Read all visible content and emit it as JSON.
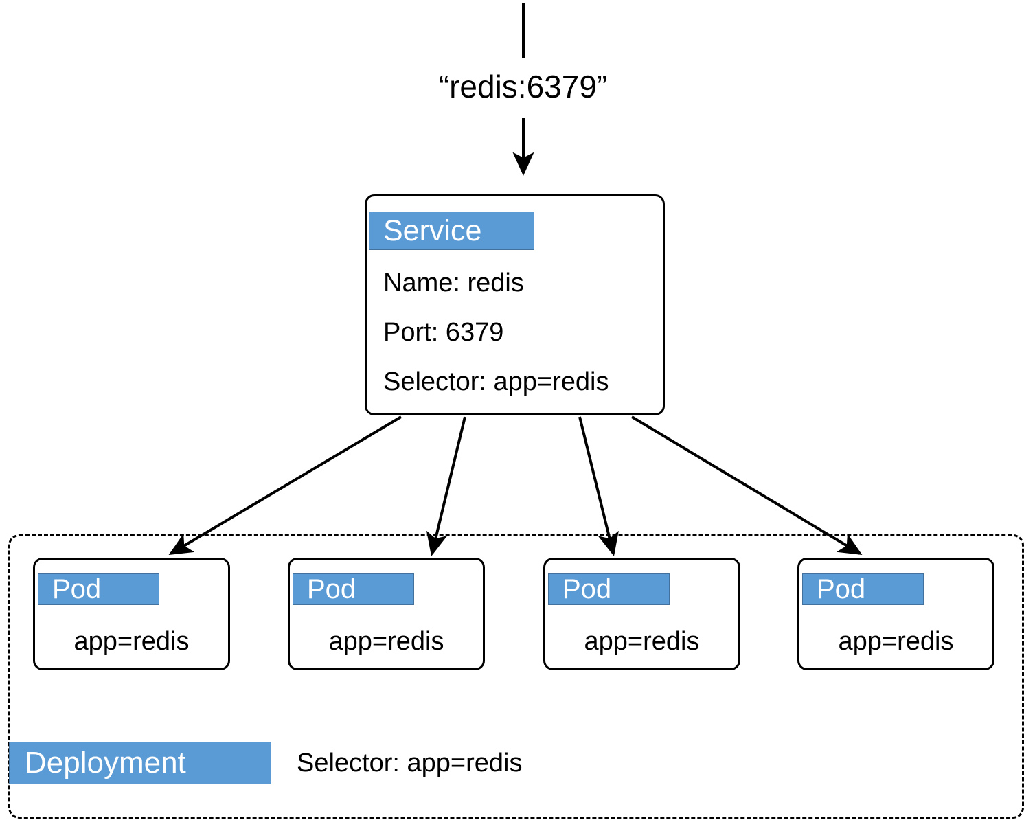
{
  "diagram": {
    "title": "Kubernetes Service to Pods selector diagram",
    "accent_color": "#5B9BD5",
    "accent_border_color": "#41719C",
    "line_color": "#000000",
    "background_color": "#FFFFFF"
  },
  "ingress": {
    "label": "“redis:6379”"
  },
  "service": {
    "badge_label": "Service",
    "lines": [
      "Name: redis",
      "Port: 6379",
      "Selector: app=redis"
    ]
  },
  "deployment": {
    "badge_label": "Deployment",
    "selector_text": "Selector: app=redis",
    "pods": [
      {
        "badge_label": "Pod",
        "label": "app=redis"
      },
      {
        "badge_label": "Pod",
        "label": "app=redis"
      },
      {
        "badge_label": "Pod",
        "label": "app=redis"
      },
      {
        "badge_label": "Pod",
        "label": "app=redis"
      }
    ]
  }
}
